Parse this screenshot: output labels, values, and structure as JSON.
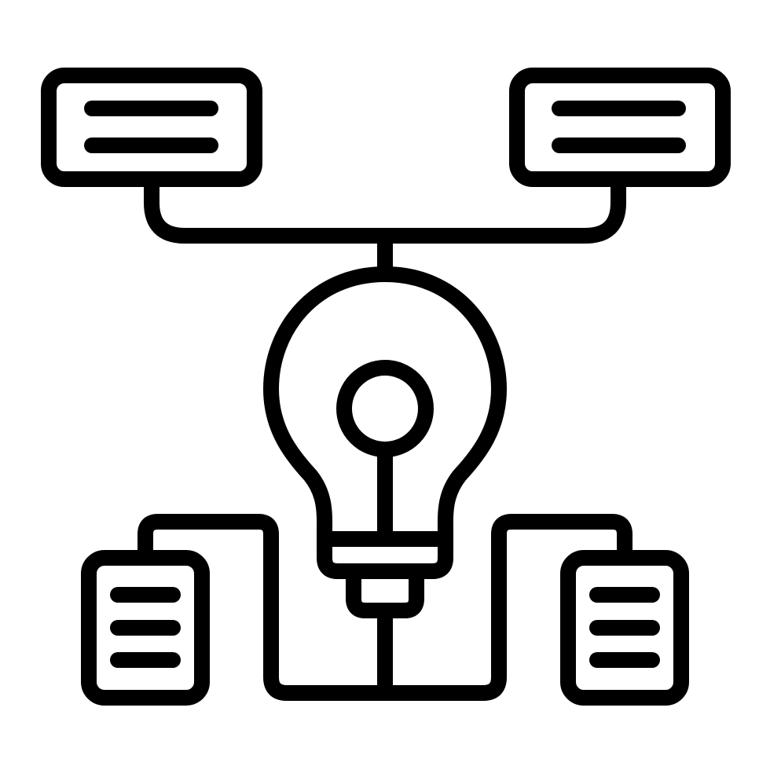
{
  "icon": {
    "name": "idea-mind-map-icon",
    "style": "line-art",
    "stroke_color": "#000000",
    "background_color": "#ffffff",
    "parts": [
      "top-left-note-card",
      "top-right-note-card",
      "lightbulb",
      "bottom-left-document",
      "bottom-right-document",
      "connector-lines"
    ]
  }
}
